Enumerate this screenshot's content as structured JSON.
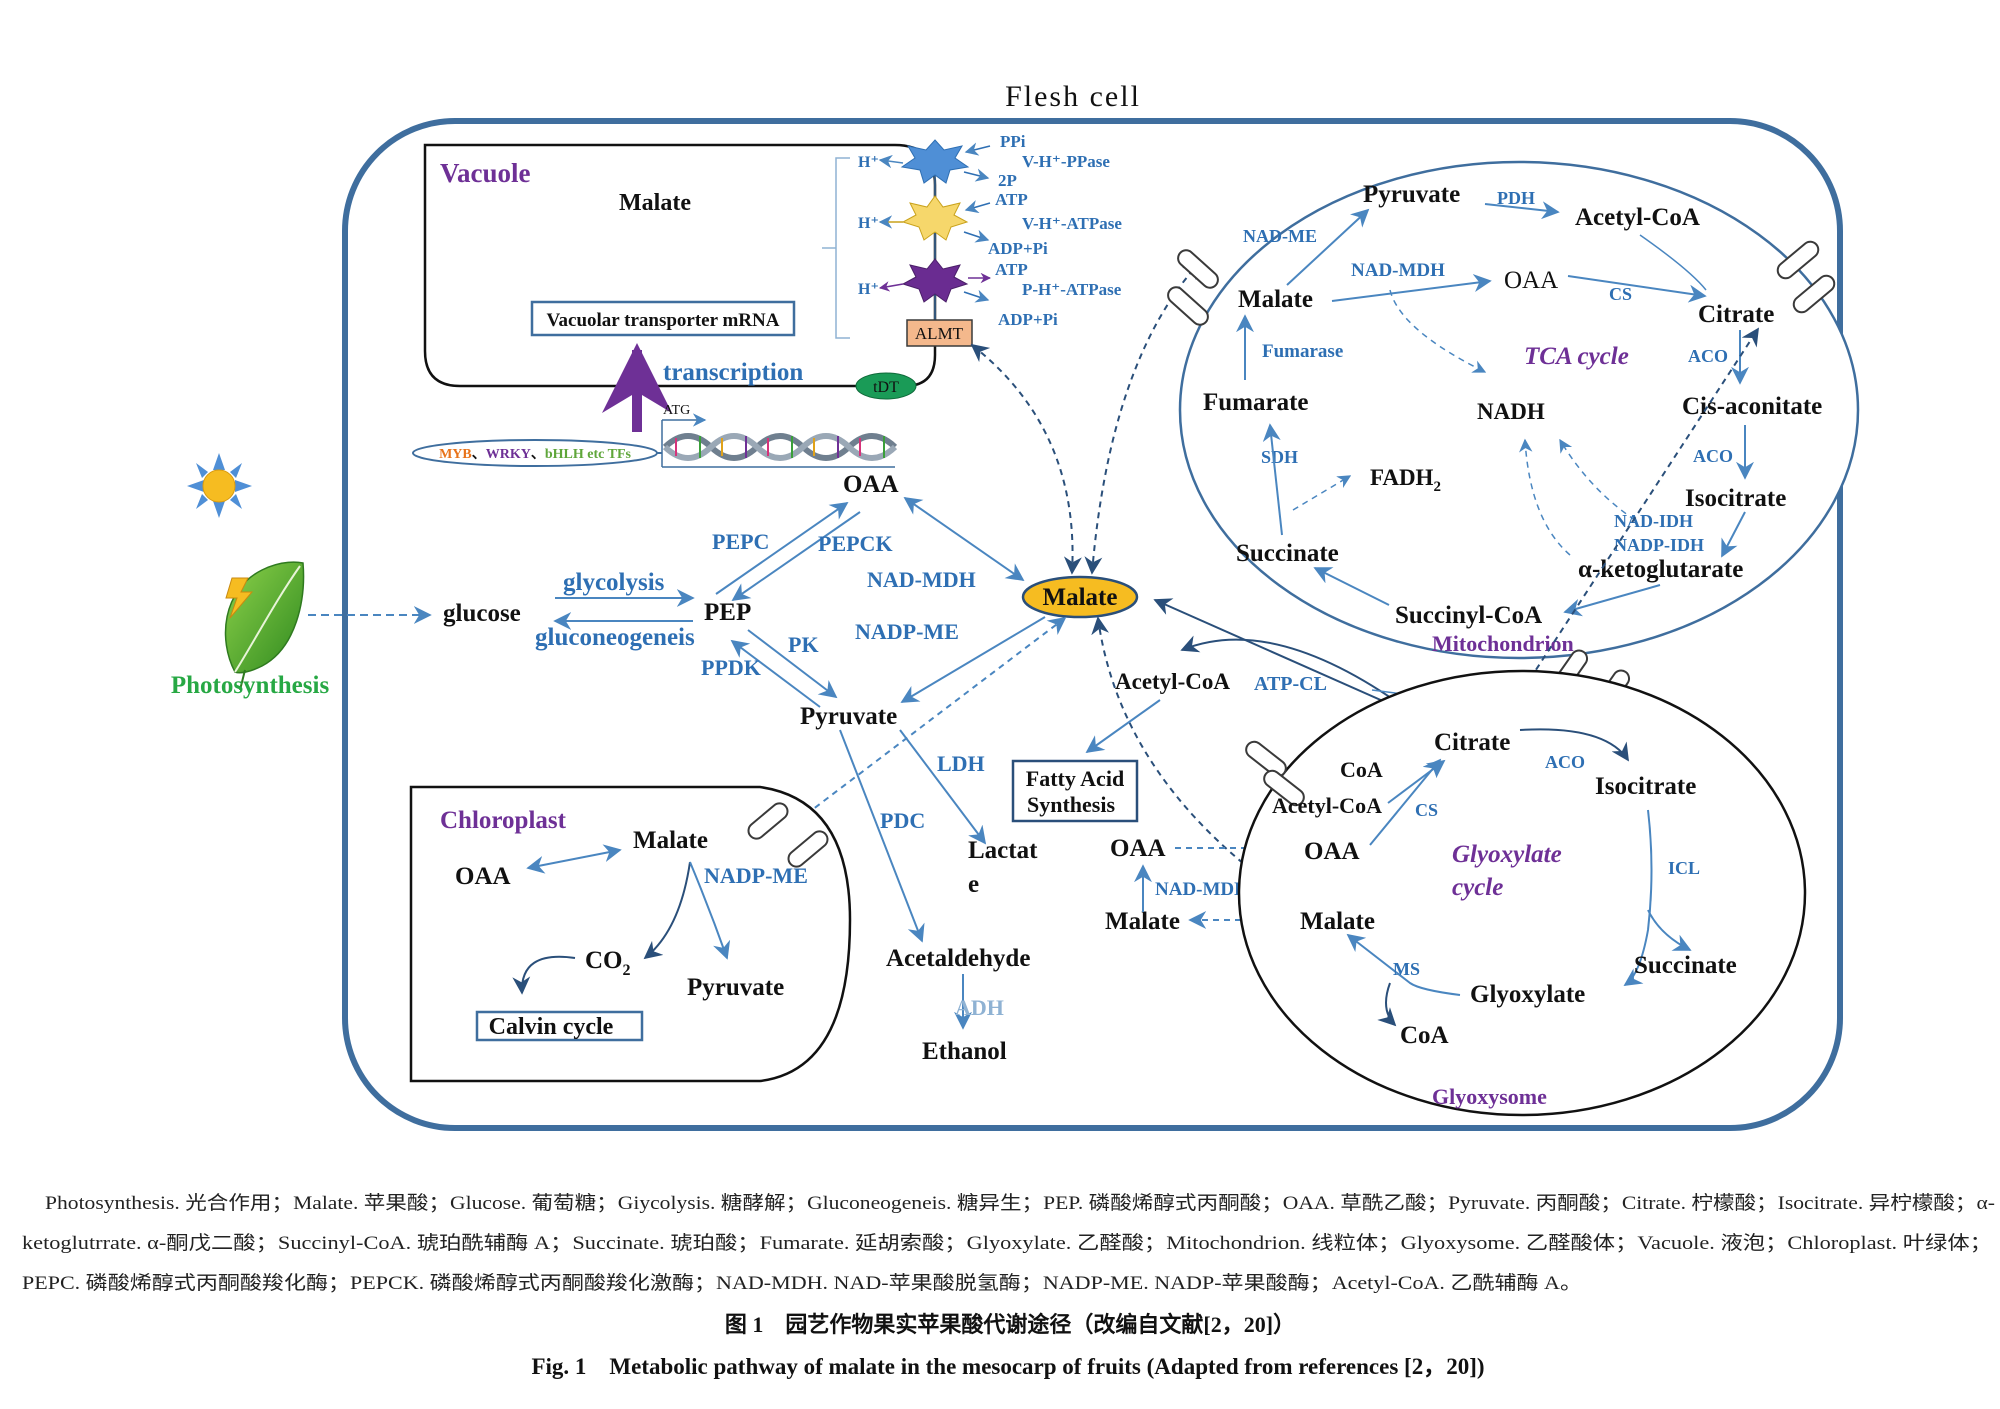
{
  "title": "Flesh cell",
  "colors": {
    "cell_border": "#3f6e9e",
    "enzyme": "#2e6fb3",
    "organelle": "#6e3096",
    "text": "#111111",
    "arrow": "#4a86c0",
    "green": "#27a844",
    "malate_fill": "#f6bc21",
    "almt_fill": "#f4b88c",
    "tdt_fill": "#1a9b57"
  },
  "compartments": {
    "vacuole": "Vacuole",
    "chloroplast": "Chloroplast",
    "mitochondrion": "Mitochondrion",
    "glyoxysome": "Glyoxysome",
    "tca_cycle": "TCA cycle",
    "glyoxylate_cycle_1": "Glyoxylate",
    "glyoxylate_cycle_2": "cycle"
  },
  "vacuole": {
    "malate": "Malate",
    "mrna_box": "Vacuolar transporter mRNA",
    "almt": "ALMT",
    "tdt": "tDT",
    "transcription": "transcription",
    "atg": "ATG",
    "tf_myb": "MYB",
    "tf_sep1": "、",
    "tf_wrky": "WRKY",
    "tf_sep2": "、",
    "tf_bhlh": "bHLH etc TFs",
    "pumps": {
      "h1": "H⁺",
      "ppi": "PPi",
      "vhppase": "V-H⁺-PPase",
      "two_p": "2P",
      "h2": "H⁺",
      "atp1": "ATP",
      "vhatpase": "V-H⁺-ATPase",
      "adp1": "ADP+Pi",
      "h3": "H⁺",
      "atp2": "ATP",
      "phatpase": "P-H⁺-ATPase",
      "adp2": "ADP+Pi"
    }
  },
  "cytosol": {
    "photosynthesis": "Photosynthesis",
    "glucose": "glucose",
    "glycolysis": "glycolysis",
    "gluconeogeneis": "gluconeogeneis",
    "pep": "PEP",
    "oaa": "OAA",
    "pepc": "PEPC",
    "pepck": "PEPCK",
    "nad_mdh": "NAD-MDH",
    "nadp_me": "NADP-ME",
    "pk": "PK",
    "ppdk": "PPDK",
    "pyruvate": "Pyruvate",
    "malate": "Malate",
    "ldh": "LDH",
    "pdc": "PDC",
    "lactate_1": "Lactat",
    "lactate_2": "e",
    "acetaldehyde": "Acetaldehyde",
    "adh": "ADH",
    "ethanol": "Ethanol",
    "acetyl_coa": "Acetyl-CoA",
    "atp_cl": "ATP-CL",
    "fatty_acid_1": "Fatty Acid",
    "fatty_acid_2": "Synthesis",
    "oaa2": "OAA",
    "nad_mdh2": "NAD-MDH",
    "malate2": "Malate"
  },
  "chloroplast": {
    "malate": "Malate",
    "oaa": "OAA",
    "nadp_me": "NADP-ME",
    "co2": "CO",
    "co2_sub": "2",
    "pyruvate": "Pyruvate",
    "calvin": "Calvin cycle"
  },
  "mitochondrion": {
    "pyruvate": "Pyruvate",
    "pdh": "PDH",
    "acetyl_coa": "Acetyl-CoA",
    "nad_me": "NAD-ME",
    "nad_mdh": "NAD-MDH",
    "malate": "Malate",
    "oaa": "OAA",
    "cs": "CS",
    "citrate": "Citrate",
    "fumarase": "Fumarase",
    "aco1": "ACO",
    "fumarate": "Fumarate",
    "nadh": "NADH",
    "cis_aconitate": "Cis-aconitate",
    "sdh": "SDH",
    "fadh": "FADH",
    "fadh_sub": "2",
    "aco2": "ACO",
    "isocitrate": "Isocitrate",
    "nad_idh": "NAD-IDH",
    "nadp_idh": "NADP-IDH",
    "succinate": "Succinate",
    "akg": "α-ketoglutarate",
    "succinyl_coa": "Succinyl-CoA"
  },
  "glyoxysome": {
    "citrate": "Citrate",
    "aco": "ACO",
    "isocitrate": "Isocitrate",
    "coa1": "CoA",
    "acetyl_coa": "Acetyl-CoA",
    "cs": "CS",
    "oaa": "OAA",
    "icl": "ICL",
    "malate": "Malate",
    "ms": "MS",
    "succinate": "Succinate",
    "glyoxylate": "Glyoxylate",
    "coa2": "CoA"
  },
  "caption": {
    "line1": "Photosynthesis. 光合作用；Malate. 苹果酸；Glucose. 葡萄糖；Giycolysis. 糖酵解；Gluconeogeneis. 糖异生；PEP. 磷酸烯醇式丙酮酸；OAA. 草酰乙酸；Pyruvate. 丙酮酸；Citrate. 柠檬酸；Isocitrate. 异柠檬酸；α-",
    "line2": "ketoglutrrate. α-酮戊二酸；Succinyl-CoA. 琥珀酰辅酶 A；Succinate. 琥珀酸；Fumarate. 延胡索酸；Glyoxylate. 乙醛酸；Mitochondrion. 线粒体；Glyoxysome. 乙醛酸体；Vacuole. 液泡；Chloroplast. 叶绿体；",
    "line3": "PEPC. 磷酸烯醇式丙酮酸羧化酶；PEPCK. 磷酸烯醇式丙酮酸羧化激酶；NAD-MDH. NAD-苹果酸脱氢酶；NADP-ME. NADP-苹果酸酶；Acetyl-CoA. 乙酰辅酶 A。",
    "fig_cn": "图 1　园艺作物果实苹果酸代谢途径（改编自文献[2，20]）",
    "fig_en": "Fig. 1　Metabolic pathway of malate in the mesocarp of fruits (Adapted from references [2，20])"
  },
  "icons": {
    "sun": "sun-icon",
    "leaf": "leaf-icon",
    "dna": "dna-helix-icon",
    "lightning": "lightning-icon"
  }
}
